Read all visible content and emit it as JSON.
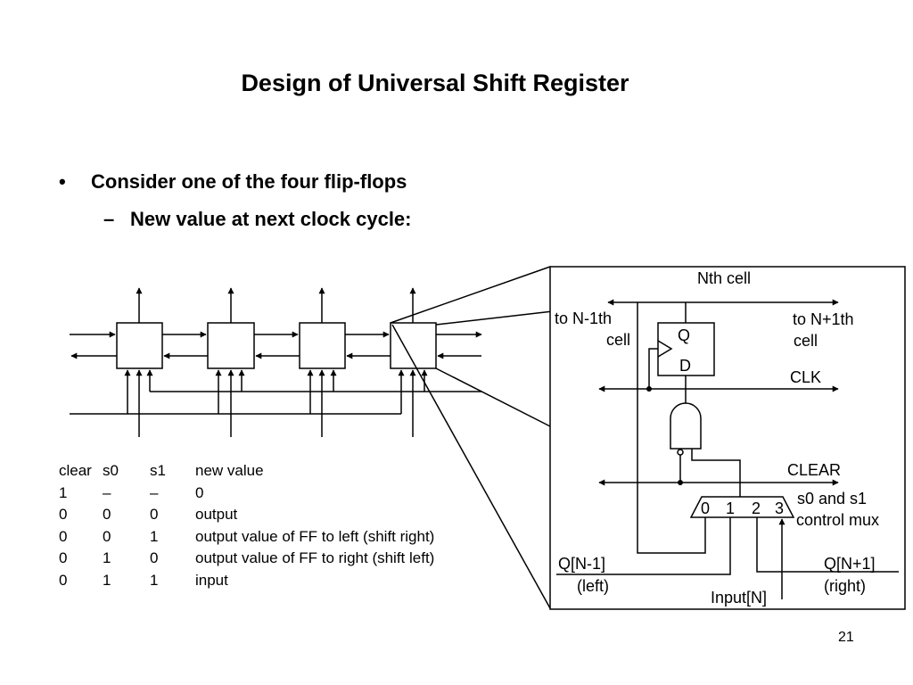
{
  "slide": {
    "title": "Design of Universal Shift Register",
    "bullet": "•",
    "point1": "Consider one of the four flip-flops",
    "dash": "–",
    "point2": "New value at next clock cycle:",
    "page_number": "21"
  },
  "truth_table": {
    "headers": [
      "clear",
      "s0",
      "s1",
      "new value"
    ],
    "rows": [
      [
        "1",
        "–",
        "–",
        "0"
      ],
      [
        "0",
        "0",
        "0",
        "output"
      ],
      [
        "0",
        "0",
        "1",
        "output value of FF to left (shift right)"
      ],
      [
        "0",
        "1",
        "0",
        "output value of FF to right (shift left)"
      ],
      [
        "0",
        "1",
        "1",
        "input"
      ]
    ]
  },
  "cell": {
    "title": "Nth cell",
    "to_prev_line1": "to N-1th",
    "to_prev_line2": "cell",
    "to_next_line1": "to N+1th",
    "to_next_line2": "cell",
    "ff_q": "Q",
    "ff_d": "D",
    "clk": "CLK",
    "clear": "CLEAR",
    "mux_select_line1": "s0 and s1",
    "mux_select_line2": "control mux",
    "mux_inputs": [
      "0",
      "1",
      "2",
      "3"
    ],
    "left_input_line1": "Q[N-1]",
    "left_input_line2": "(left)",
    "right_input_line1": "Q[N+1]",
    "right_input_line2": "(right)",
    "input": "Input[N]"
  }
}
